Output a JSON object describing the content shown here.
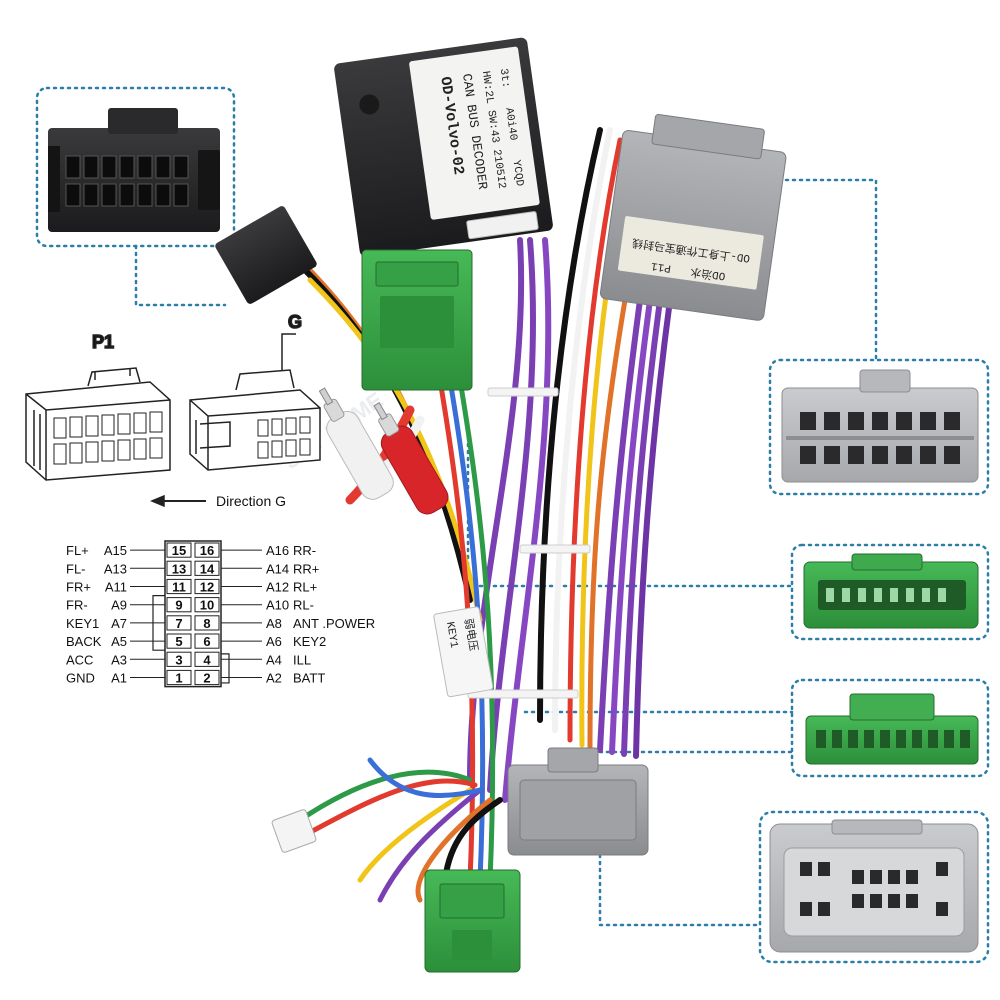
{
  "decoder": {
    "lines": [
      "OD-Volvo-02",
      "CAN BUS DECODER",
      "HW:2L SW:43 2105I2",
      "3t:   A0i40   YCQD"
    ]
  },
  "tags": {
    "grey_top": "OD-上身工作通宝马封线",
    "grey_top_2": "OD治水   P11",
    "white_tag_1": "KEY1",
    "white_tag_2": "弱电压"
  },
  "connector_p1": {
    "label": "P1"
  },
  "connector_g": {
    "label": "G"
  },
  "direction": {
    "label": "Direction G"
  },
  "pinout": {
    "rows": [
      {
        "l_name": "FL+",
        "l_code": "A15",
        "l_pin": "15",
        "r_pin": "16",
        "r_code": "A16",
        "r_name": "RR-"
      },
      {
        "l_name": "FL-",
        "l_code": "A13",
        "l_pin": "13",
        "r_pin": "14",
        "r_code": "A14",
        "r_name": "RR+"
      },
      {
        "l_name": "FR+",
        "l_code": "A11",
        "l_pin": "11",
        "r_pin": "12",
        "r_code": "A12",
        "r_name": "RL+"
      },
      {
        "l_name": "FR-",
        "l_code": "A9",
        "l_pin": "9",
        "r_pin": "10",
        "r_code": "A10",
        "r_name": "RL-"
      },
      {
        "l_name": "KEY1",
        "l_code": "A7",
        "l_pin": "7",
        "r_pin": "8",
        "r_code": "A8",
        "r_name": "ANT .POWER"
      },
      {
        "l_name": "BACK",
        "l_code": "A5",
        "l_pin": "5",
        "r_pin": "6",
        "r_code": "A6",
        "r_name": "KEY2"
      },
      {
        "l_name": "ACC",
        "l_code": "A3",
        "l_pin": "3",
        "r_pin": "4",
        "r_code": "A4",
        "r_name": "ILL"
      },
      {
        "l_name": "GND",
        "l_code": "A1",
        "l_pin": "1",
        "r_pin": "2",
        "r_code": "A2",
        "r_name": "BATT"
      }
    ]
  },
  "watermark": {
    "text": "SKY KAME"
  },
  "colors": {
    "callout": "#2a7ea8",
    "green": "#3aa84a",
    "grey": "#9a9c9f",
    "decoder": "#2b2b2d",
    "red": "#d8252a"
  }
}
